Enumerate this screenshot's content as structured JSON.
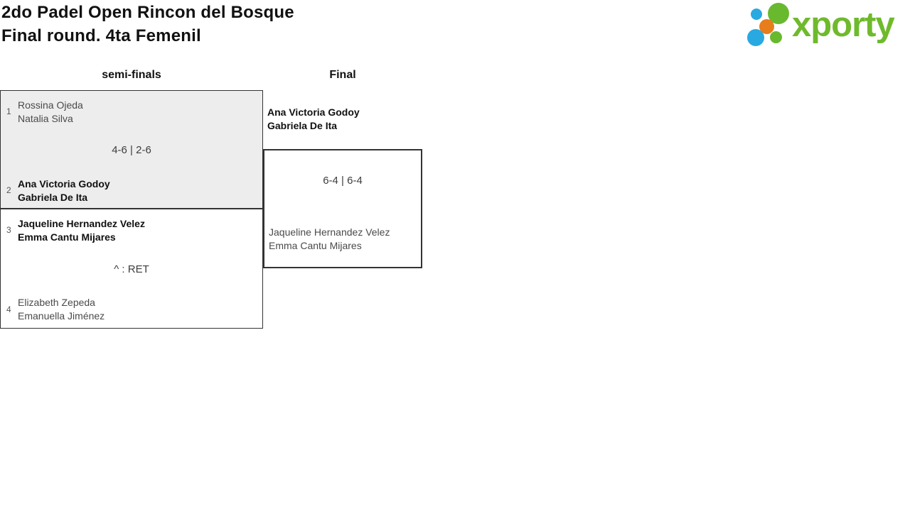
{
  "page": {
    "title_line1": "2do Padel Open Rincon del Bosque",
    "title_line2": "Final round. 4ta Femenil"
  },
  "logo": {
    "text": "xporty",
    "green": "#6fba2c",
    "blue": "#29a9e1",
    "orange": "#e87d1b"
  },
  "colors": {
    "box_border": "#333333",
    "alt_match_bg": "#ededed",
    "winner_text": "#101010",
    "loser_text": "#4a4a4a"
  },
  "bracket": {
    "rounds": [
      {
        "label": "semi-finals",
        "matches": [
          {
            "seed_top": "1",
            "team_top": [
              "Rossina Ojeda",
              "Natalia Silva"
            ],
            "score": "4-6 | 2-6",
            "seed_bottom": "2",
            "team_bottom": [
              "Ana Victoria Godoy",
              "Gabriela De Ita"
            ],
            "winner": "bottom"
          },
          {
            "seed_top": "3",
            "team_top": [
              "Jaqueline Hernandez Velez",
              "Emma Cantu Mijares"
            ],
            "score": "^ : RET",
            "seed_bottom": "4",
            "team_bottom": [
              "Elizabeth Zepeda",
              "Emanuella Jiménez"
            ],
            "winner": "top"
          }
        ]
      },
      {
        "label": "Final",
        "matches": [
          {
            "team_top": [
              "Ana Victoria Godoy",
              "Gabriela De Ita"
            ],
            "score": "6-4 | 6-4",
            "team_bottom": [
              "Jaqueline Hernandez Velez",
              "Emma Cantu Mijares"
            ],
            "winner": "top"
          }
        ]
      }
    ]
  }
}
